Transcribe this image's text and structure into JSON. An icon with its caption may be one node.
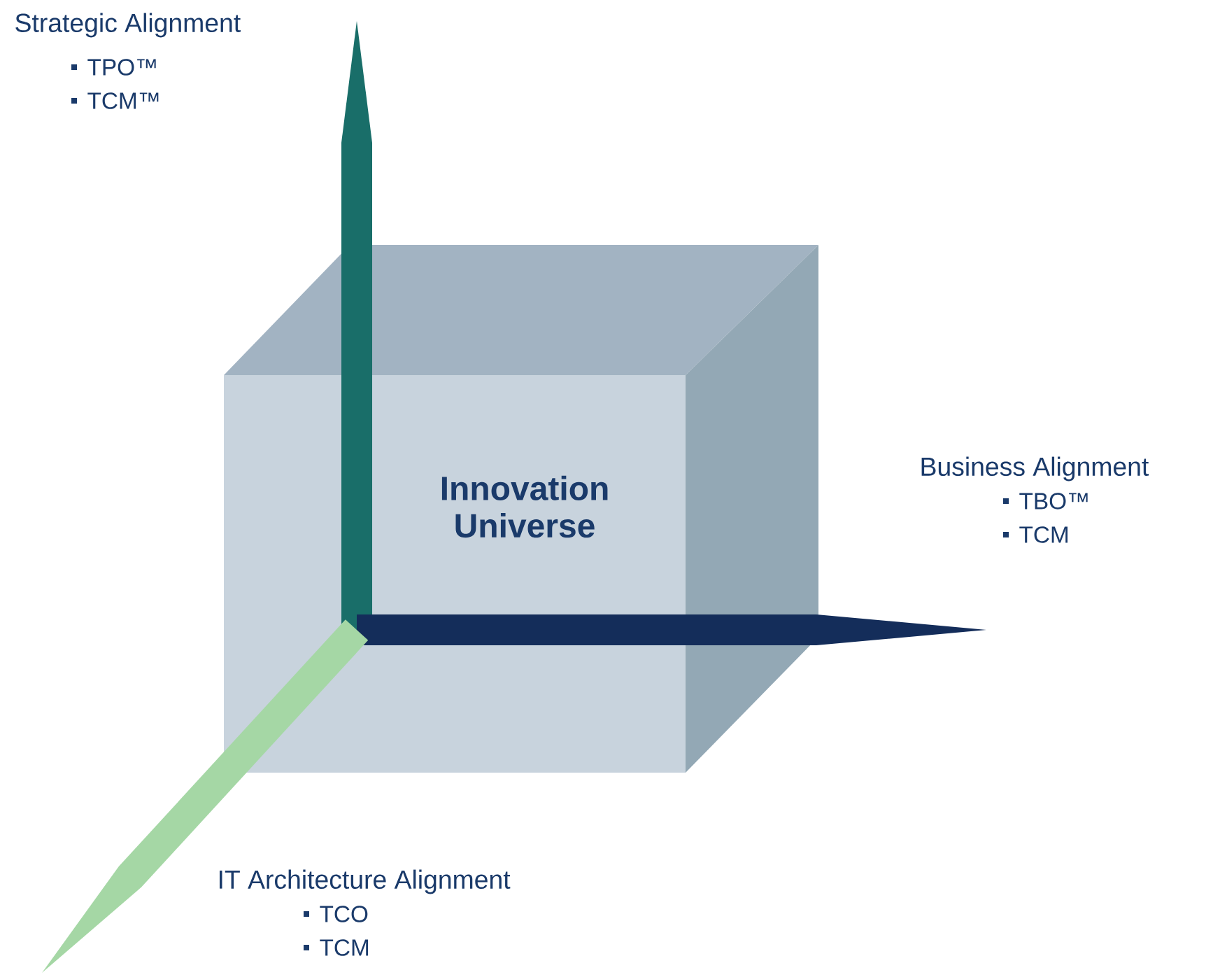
{
  "diagram": {
    "nodes": [
      {
        "text": [
          "Innovation Universe"
        ]
      }
    ],
    "labels": [
      "Strategic Alignment",
      "TPO™",
      "TCM™",
      "Business Alignment",
      "TBO™",
      "TCM",
      "IT Architecture Alignment",
      "TCO",
      "TCM"
    ]
  }
}
